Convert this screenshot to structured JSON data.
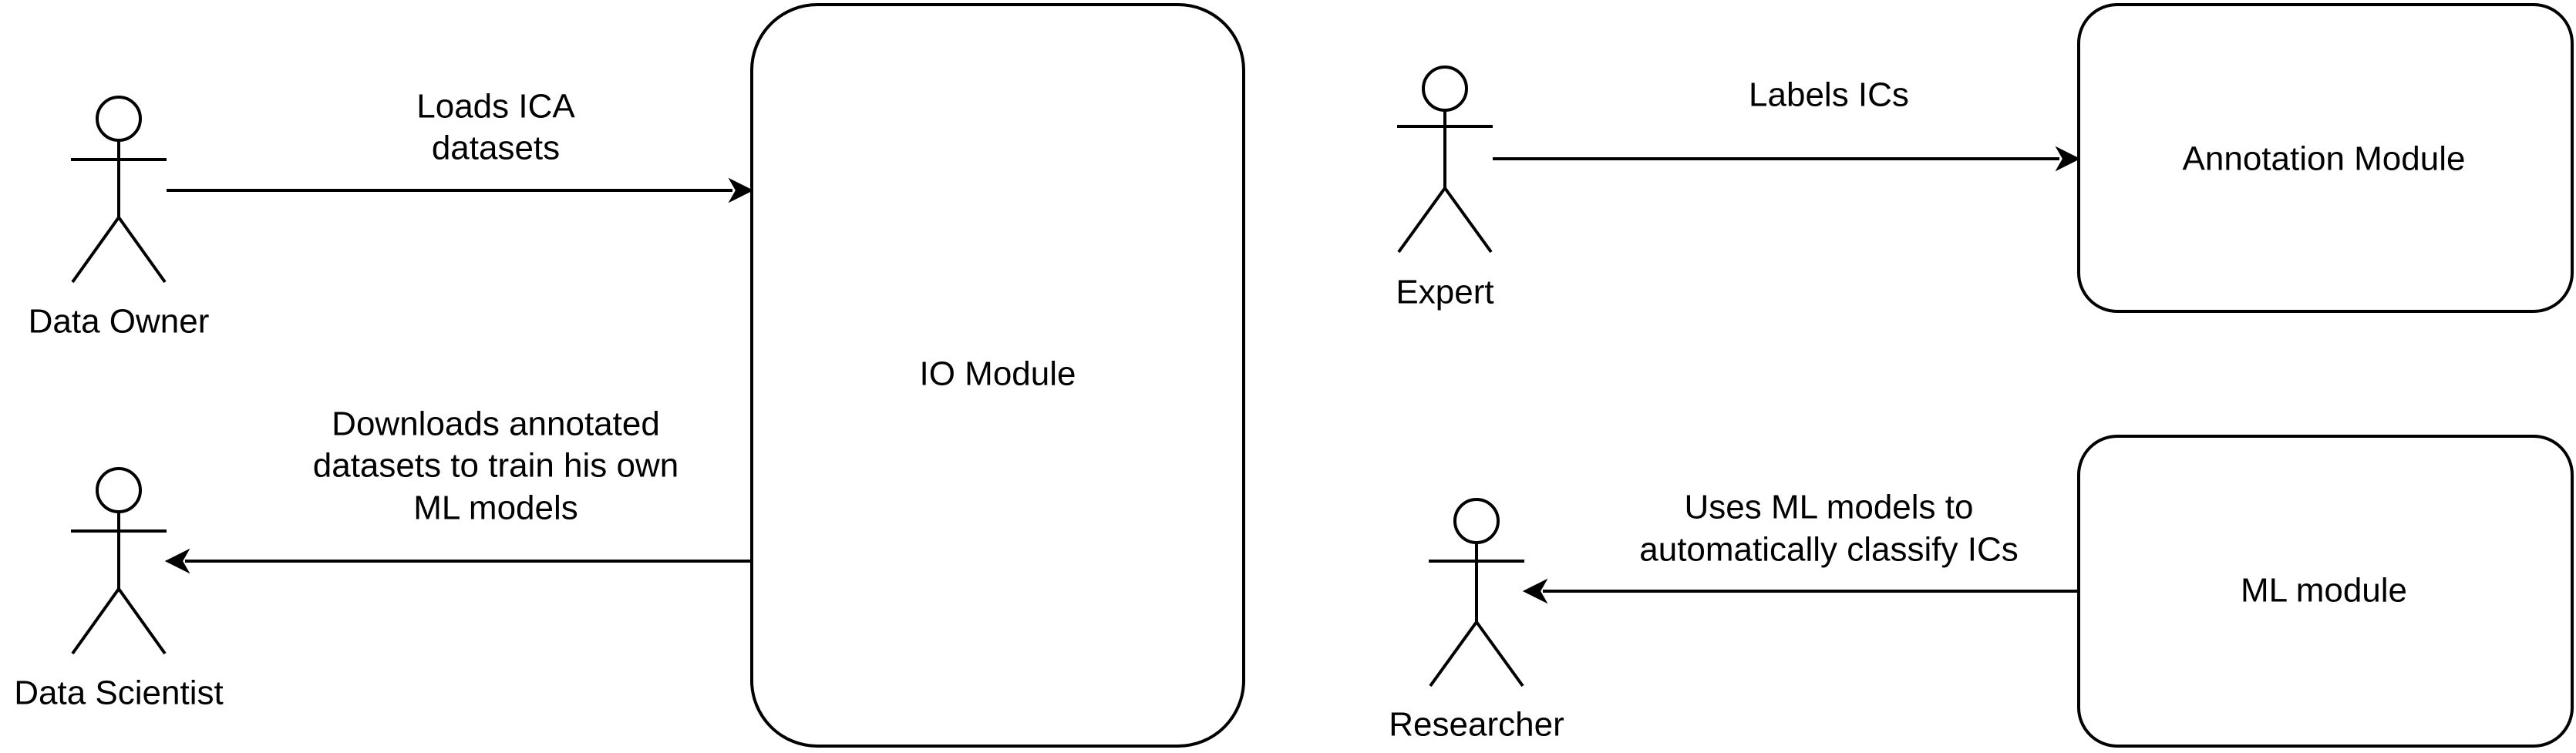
{
  "actors": {
    "data_owner": "Data Owner",
    "data_scientist": "Data Scientist",
    "expert": "Expert",
    "researcher": "Researcher"
  },
  "modules": {
    "io": "IO Module",
    "annotation": "Annotation Module",
    "ml": "ML module"
  },
  "edges": {
    "loads": [
      "Loads ICA",
      "datasets"
    ],
    "downloads": [
      "Downloads annotated",
      "datasets to train his own",
      "ML models"
    ],
    "labels": [
      "Labels ICs"
    ],
    "uses": [
      "Uses ML models to",
      "automatically classify ICs"
    ]
  }
}
